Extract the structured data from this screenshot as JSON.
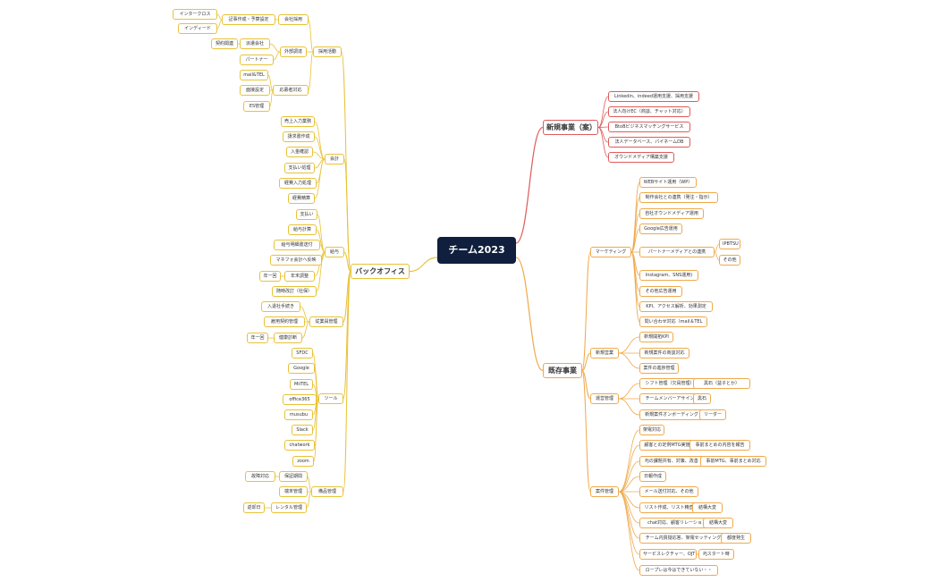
{
  "root": {
    "label": "チーム2023"
  },
  "colors": {
    "back_office": "#e8c236",
    "new_business": "#e05a5a",
    "existing_business": "#f0a94a",
    "root_bg": "#0f1f3d"
  },
  "branches": {
    "back_office": {
      "label": "バックオフィス",
      "children": [
        {
          "label": "採用活動",
          "children": [
            {
              "label": "会社採用",
              "children": [
                {
                  "label": "記事作成・予算設定",
                  "children": [
                    {
                      "label": "インタークロス"
                    },
                    {
                      "label": "インディード"
                    }
                  ]
                }
              ]
            },
            {
              "label": "外部調達",
              "children": [
                {
                  "label": "派遣会社",
                  "children": [
                    {
                      "label": "契約関連"
                    }
                  ]
                },
                {
                  "label": "パートナー"
                }
              ]
            },
            {
              "label": "応募者対応",
              "children": [
                {
                  "label": "mail&TEL"
                },
                {
                  "label": "面接設定"
                },
                {
                  "label": "ES管理"
                }
              ]
            }
          ]
        },
        {
          "label": "会計",
          "children": [
            {
              "label": "売上入力業務"
            },
            {
              "label": "請求書作成"
            },
            {
              "label": "入金確認"
            },
            {
              "label": "支払い処理"
            },
            {
              "label": "経費入力処理"
            },
            {
              "label": "経費精算"
            }
          ]
        },
        {
          "label": "給与",
          "children": [
            {
              "label": "支払い"
            },
            {
              "label": "給与計算"
            },
            {
              "label": "給与明細書送付"
            },
            {
              "label": "マネフォ会計へ反映"
            },
            {
              "label": "年末調整",
              "children": [
                {
                  "label": "年一回"
                }
              ]
            },
            {
              "label": "随時改訂（社保）"
            }
          ]
        },
        {
          "label": "従業員管理",
          "children": [
            {
              "label": "入退社手続き"
            },
            {
              "label": "雇用契約管理"
            },
            {
              "label": "健康診断",
              "children": [
                {
                  "label": "年一回"
                }
              ]
            }
          ]
        },
        {
          "label": "ツール",
          "children": [
            {
              "label": "SFDC"
            },
            {
              "label": "Google"
            },
            {
              "label": "MiiTEL"
            },
            {
              "label": "office365"
            },
            {
              "label": "musubu"
            },
            {
              "label": "Slack"
            },
            {
              "label": "chatwork"
            },
            {
              "label": "zoom"
            }
          ]
        },
        {
          "label": "備品管理",
          "children": [
            {
              "label": "保証期間",
              "children": [
                {
                  "label": "故障対応"
                }
              ]
            },
            {
              "label": "端末管理"
            },
            {
              "label": "レンタル管理",
              "children": [
                {
                  "label": "返却日"
                }
              ]
            }
          ]
        }
      ]
    },
    "new_business": {
      "label": "新規事業（案）",
      "children": [
        {
          "label": "Linkedin、indeed運用支援、採用支援"
        },
        {
          "label": "法人向けEC（商談、チャット対応）"
        },
        {
          "label": "BtoBビジネスマッチングサービス"
        },
        {
          "label": "法人データベース、パイネームDB"
        },
        {
          "label": "オウンドメディア構築支援"
        }
      ]
    },
    "existing_business": {
      "label": "既存事業",
      "children": [
        {
          "label": "マーケティング",
          "children": [
            {
              "label": "WEBサイト運用（WP）"
            },
            {
              "label": "制作会社との連携（発注・指示）"
            },
            {
              "label": "自社オウンドメディア運用"
            },
            {
              "label": "Google広告運用"
            },
            {
              "label": "パートナーメディアとの連携",
              "children": [
                {
                  "label": "IPBTSU"
                },
                {
                  "label": "その他"
                }
              ]
            },
            {
              "label": "Instagram、SNS運用)"
            },
            {
              "label": "その他広告運用"
            },
            {
              "label": "KPI、アクセス解析、効果測定"
            },
            {
              "label": "問い合わせ対応（mail＆TEL"
            }
          ]
        },
        {
          "label": "新規営業",
          "children": [
            {
              "label": "新規開拓KPI"
            },
            {
              "label": "新規案件の商談対応"
            },
            {
              "label": "案件の進捗管理"
            }
          ]
        },
        {
          "label": "運営管理",
          "children": [
            {
              "label": "シフト管理（欠員管理）",
              "children": [
                {
                  "label": "黒石（益子とか）"
                }
              ]
            },
            {
              "label": "チームメンバーアサイン",
              "children": [
                {
                  "label": "黒石"
                }
              ]
            },
            {
              "label": "新規案件オンボーディング",
              "children": [
                {
                  "label": "リーダー"
                }
              ]
            }
          ]
        },
        {
          "label": "案件管理",
          "children": [
            {
              "label": "架電対応"
            },
            {
              "label": "顧客との定例MTG実施",
              "children": [
                {
                  "label": "事前まとめの内容を報告"
                }
              ]
            },
            {
              "label": "PJの課題共有、対策、改善",
              "children": [
                {
                  "label": "事前MTG、事前まとめ対応"
                }
              ]
            },
            {
              "label": "日報作成"
            },
            {
              "label": "メール送付対応、その他"
            },
            {
              "label": "リスト作成、リスト精査",
              "children": [
                {
                  "label": "結構大変"
                }
              ]
            },
            {
              "label": "chat対応、顧客リレーション",
              "children": [
                {
                  "label": "結構大変"
                }
              ]
            },
            {
              "label": "チーム内質疑応答、架電セッティング",
              "children": [
                {
                  "label": "都度発生"
                }
              ]
            },
            {
              "label": "サービスレクチャー、OJT",
              "children": [
                {
                  "label": "PJスタート時"
                }
              ]
            },
            {
              "label": "ロープレは今はできていない・・"
            }
          ]
        }
      ]
    }
  }
}
